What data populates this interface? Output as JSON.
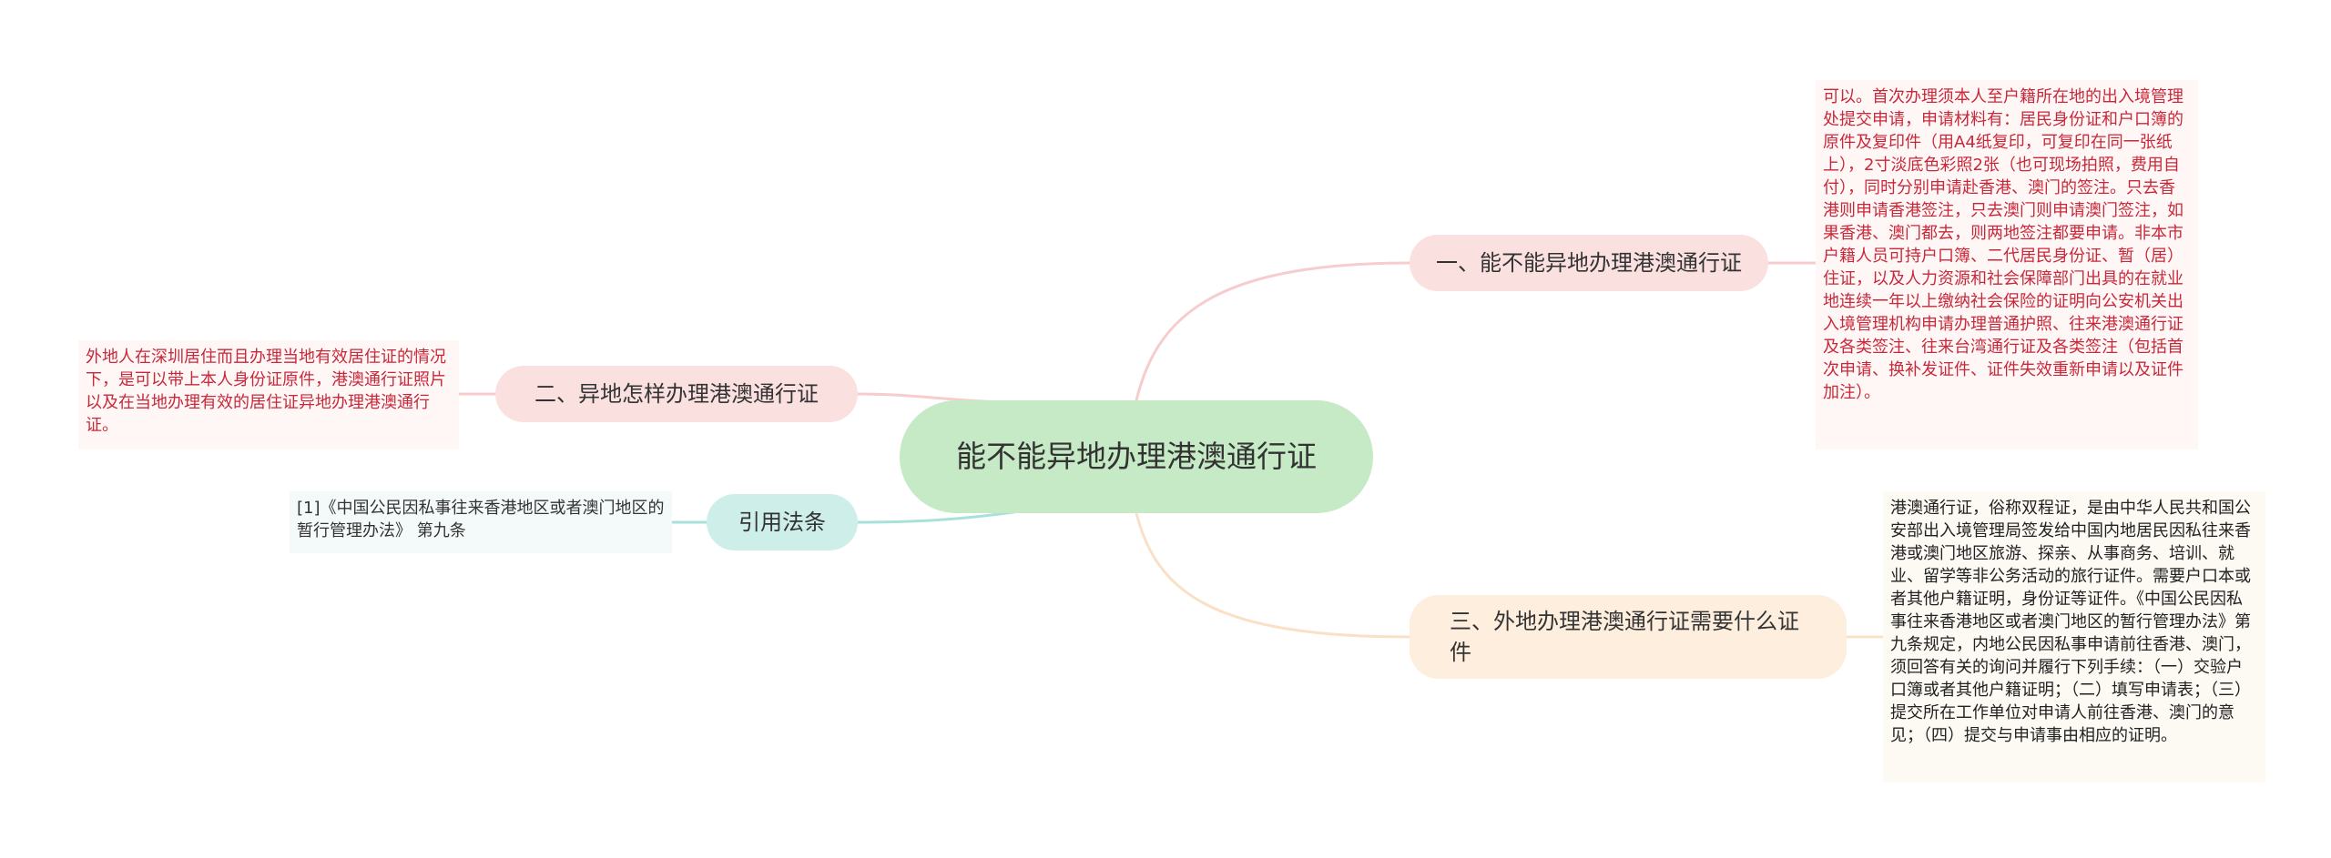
{
  "center": {
    "title": "能不能异地办理港澳通行证"
  },
  "branches": [
    {
      "label": "一、能不能异地办理港澳通行证",
      "leaf": "可以。首次办理须本人至户籍所在地的出入境管理处提交申请，申请材料有：居民身份证和户口簿的原件及复印件（用A4纸复印，可复印在同一张纸上），2寸淡底色彩照2张（也可现场拍照，费用自付），同时分别申请赴香港、澳门的签注。只去香港则申请香港签注，只去澳门则申请澳门签注，如果香港、澳门都去，则两地签注都要申请。非本市户籍人员可持户口簿、二代居民身份证、暂（居）住证，以及人力资源和社会保障部门出具的在就业地连续一年以上缴纳社会保险的证明向公安机关出入境管理机构申请办理普通护照、往来港澳通行证及各类签注、往来台湾通行证及各类签注（包括首次申请、换补发证件、证件失效重新申请以及证件加注）。"
    },
    {
      "label": "二、异地怎样办理港澳通行证",
      "leaf": "外地人在深圳居住而且办理当地有效居住证的情况下，是可以带上本人身份证原件，港澳通行证照片以及在当地办理有效的居住证异地办理港澳通行证。"
    },
    {
      "label": "引用法条",
      "leaf": "[1]《中国公民因私事往来香港地区或者澳门地区的暂行管理办法》 第九条"
    },
    {
      "label": "三、外地办理港澳通行证需要什么证件",
      "leaf": "港澳通行证，俗称双程证，是由中华人民共和国公安部出入境管理局签发给中国内地居民因私往来香港或澳门地区旅游、探亲、从事商务、培训、就业、留学等非公务活动的旅行证件。需要户口本或者其他户籍证明，身份证等证件。《中国公民因私事往来香港地区或者澳门地区的暂行管理办法》第九条规定，内地公民因私事申请前往香港、澳门，须回答有关的询问并履行下列手续：（一）交验户口簿或者其他户籍证明；（二）填写申请表；（三）提交所在工作单位对申请人前往香港、澳门的意见；（四）提交与申请事由相应的证明。"
    }
  ],
  "colors": {
    "center_fill": "#c6eac5",
    "pink_fill": "#fbe0e0",
    "teal_fill": "#cdeee9",
    "peach_fill": "#fdeedd",
    "red_text": "#c8283a"
  }
}
